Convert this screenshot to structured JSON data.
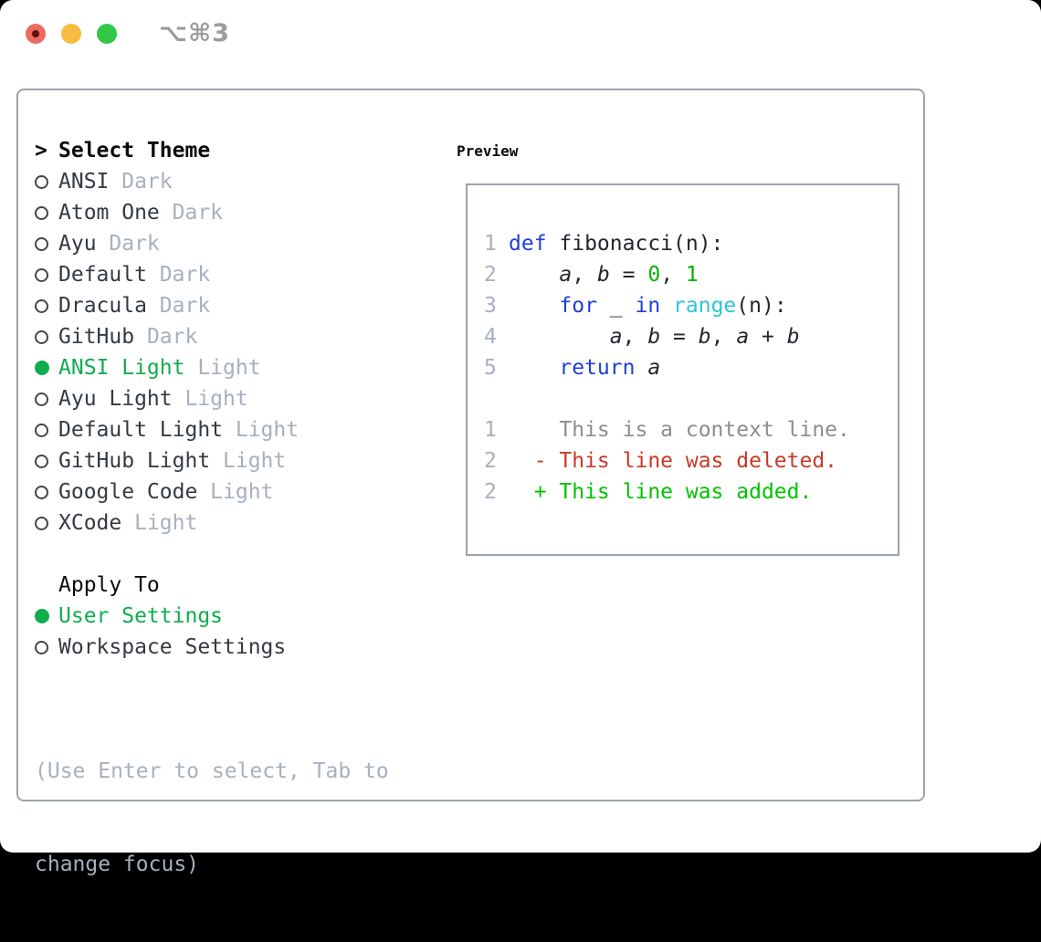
{
  "window": {
    "title": "⌥⌘3"
  },
  "titlebar": {
    "close_color": "#ee6a5f",
    "minimize_color": "#f6bd40",
    "zoom_color": "#33c748"
  },
  "theme_panel": {
    "header_prefix": ">",
    "header": "Select Theme",
    "items": [
      {
        "name": "ANSI",
        "variant": "Dark",
        "selected": false
      },
      {
        "name": "Atom One",
        "variant": "Dark",
        "selected": false
      },
      {
        "name": "Ayu",
        "variant": "Dark",
        "selected": false
      },
      {
        "name": "Default",
        "variant": "Dark",
        "selected": false
      },
      {
        "name": "Dracula",
        "variant": "Dark",
        "selected": false
      },
      {
        "name": "GitHub",
        "variant": "Dark",
        "selected": false
      },
      {
        "name": "ANSI Light",
        "variant": "Light",
        "selected": true
      },
      {
        "name": "Ayu Light",
        "variant": "Light",
        "selected": false
      },
      {
        "name": "Default Light",
        "variant": "Light",
        "selected": false
      },
      {
        "name": "GitHub Light",
        "variant": "Light",
        "selected": false
      },
      {
        "name": "Google Code",
        "variant": "Light",
        "selected": false
      },
      {
        "name": "XCode",
        "variant": "Light",
        "selected": false
      }
    ],
    "apply_to": {
      "header": "Apply To",
      "options": [
        {
          "label": "User Settings",
          "selected": true
        },
        {
          "label": "Workspace Settings",
          "selected": false
        }
      ]
    },
    "hint_line1": "(Use Enter to select, Tab to",
    "hint_line2": "change focus)"
  },
  "preview": {
    "header": "Preview",
    "lines": [
      {
        "kind": "code-line",
        "num": "1",
        "segments": [
          {
            "style": "kw",
            "text": "def"
          },
          {
            "style": "plain",
            "text": " fibonacci(n):"
          }
        ]
      },
      {
        "kind": "code-line",
        "num": "2",
        "segments": [
          {
            "style": "plain",
            "text": "    "
          },
          {
            "style": "var",
            "text": "a"
          },
          {
            "style": "plain",
            "text": ", "
          },
          {
            "style": "var",
            "text": "b"
          },
          {
            "style": "plain",
            "text": " = "
          },
          {
            "style": "numlit",
            "text": "0"
          },
          {
            "style": "plain",
            "text": ", "
          },
          {
            "style": "numlit",
            "text": "1"
          }
        ]
      },
      {
        "kind": "code-line",
        "num": "3",
        "segments": [
          {
            "style": "plain",
            "text": "    "
          },
          {
            "style": "kw",
            "text": "for"
          },
          {
            "style": "plain",
            "text": " _ "
          },
          {
            "style": "kw",
            "text": "in"
          },
          {
            "style": "plain",
            "text": " "
          },
          {
            "style": "builtin",
            "text": "range"
          },
          {
            "style": "plain",
            "text": "(n):"
          }
        ]
      },
      {
        "kind": "code-line",
        "num": "4",
        "segments": [
          {
            "style": "plain",
            "text": "        "
          },
          {
            "style": "var",
            "text": "a"
          },
          {
            "style": "plain",
            "text": ", "
          },
          {
            "style": "var",
            "text": "b"
          },
          {
            "style": "plain",
            "text": " = "
          },
          {
            "style": "var",
            "text": "b"
          },
          {
            "style": "plain",
            "text": ", "
          },
          {
            "style": "var",
            "text": "a"
          },
          {
            "style": "plain",
            "text": " + "
          },
          {
            "style": "var",
            "text": "b"
          }
        ]
      },
      {
        "kind": "code-line",
        "num": "5",
        "segments": [
          {
            "style": "plain",
            "text": "    "
          },
          {
            "style": "kw",
            "text": "return"
          },
          {
            "style": "plain",
            "text": " "
          },
          {
            "style": "var",
            "text": "a"
          }
        ]
      },
      {
        "kind": "blank-line",
        "num": "",
        "segments": []
      },
      {
        "kind": "diff-context-line",
        "num": "1",
        "segments": [
          {
            "style": "context",
            "text": "    This is a context line."
          }
        ]
      },
      {
        "kind": "diff-deleted-line",
        "num": "2",
        "segments": [
          {
            "style": "deleted",
            "text": "  - This line was deleted."
          }
        ]
      },
      {
        "kind": "diff-added-line",
        "num": "2",
        "segments": [
          {
            "style": "added",
            "text": "  + This line was added."
          }
        ]
      }
    ]
  },
  "colors": {
    "selection_green": "#0fad4d",
    "keyword_blue": "#1e40d8",
    "builtin_cyan": "#2cc4da",
    "number_green": "#00b400",
    "added_green": "#00c300",
    "deleted_red": "#c73a25",
    "context_gray": "#8b8d8f",
    "muted_gray": "#a8b0bd",
    "border_gray": "#9aa3b0",
    "text_dark": "#343a42"
  }
}
